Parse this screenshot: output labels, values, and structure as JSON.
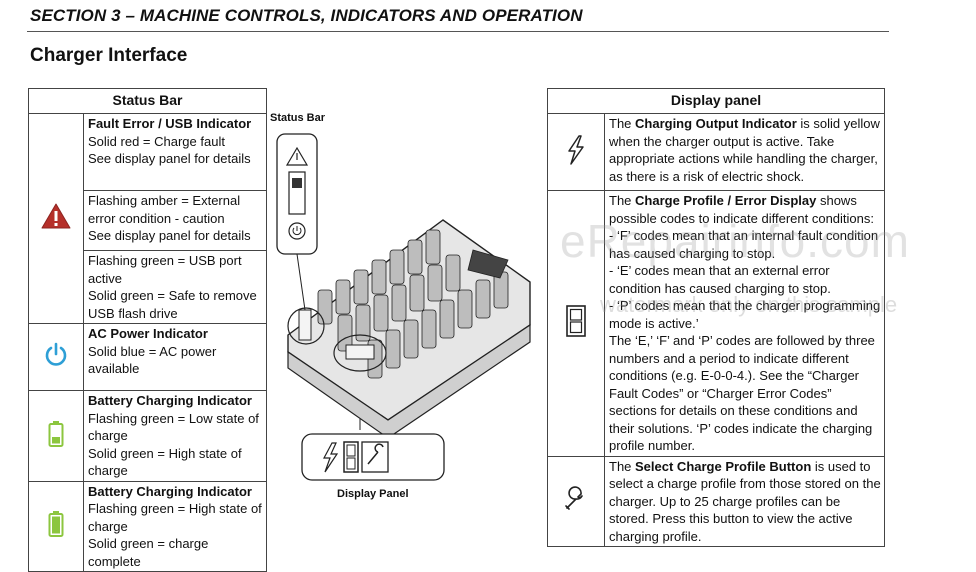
{
  "section_title": "SECTION 3 – MACHINE CONTROLS, INDICATORS AND OPERATION",
  "page_heading": "Charger Interface",
  "status_bar_table": {
    "header": "Status Bar",
    "rows": [
      {
        "icon": "warning-triangle-icon",
        "title": "Fault Error / USB Indicator",
        "lines": [
          "Solid red = Charge fault",
          "See display panel for details"
        ]
      },
      {
        "icon": "",
        "title": "",
        "lines": [
          "Flashing amber = External error condition - caution",
          "See display panel for details"
        ]
      },
      {
        "icon": "",
        "title": "",
        "lines": [
          "Flashing green = USB port active",
          "Solid green = Safe to remove USB flash drive"
        ]
      },
      {
        "icon": "power-icon",
        "title": "AC Power Indicator",
        "lines": [
          "Solid blue = AC power available"
        ]
      },
      {
        "icon": "battery-low-icon",
        "title": "Battery Charging Indicator",
        "lines": [
          "Flashing green = Low state of charge",
          "Solid green = High state of charge"
        ]
      },
      {
        "icon": "battery-full-icon",
        "title": "Battery Charging Indicator",
        "lines": [
          "Flashing green = High state of charge",
          "Solid green = charge complete"
        ]
      }
    ],
    "colors": {
      "warning_red": "#b5302a",
      "power_blue": "#2e9fd6",
      "battery_green": "#8cc63f"
    }
  },
  "figure": {
    "status_bar_label": "Status Bar",
    "display_panel_label": "Display Panel"
  },
  "display_panel_table": {
    "header": "Display panel",
    "rows": [
      {
        "icon": "lightning-icon",
        "bold": "Charging Output Indicator",
        "pre": "The ",
        "post": " is solid yellow when the charger output is active. Take appropriate actions while handling the charger, as there is a risk of electric shock."
      },
      {
        "icon": "seven-segment-display-icon",
        "bold": "Charge Profile / Error Display",
        "pre": "The ",
        "post": " shows possible codes to indicate different conditions:",
        "extra": [
          "- ‘F’ codes mean that an internal fault condition has caused charging to stop.",
          "- ‘E’ codes mean that an external error condition has caused charging to stop.",
          "- ‘P’ codes mean that the charger programming mode is active.’",
          "The ‘E,’ ‘F’ and ‘P’ codes are followed by three numbers and a period to indicate different conditions (e.g. E-0-0-4.). See the “Charger Fault Codes” or “Charger Error Codes” sections for details on these conditions and their solutions. ‘P’ codes indicate the charging profile number."
        ]
      },
      {
        "icon": "wrench-icon",
        "bold": "Select Charge Profile Button",
        "pre": "The ",
        "post": " is used to select a charge profile from those stored on the charger. Up to 25 charge profiles can be stored. Press this button to view the active charging profile."
      }
    ]
  },
  "watermark": "eRepairinfo.com",
  "watermark_sub": "watermark only on this sample"
}
